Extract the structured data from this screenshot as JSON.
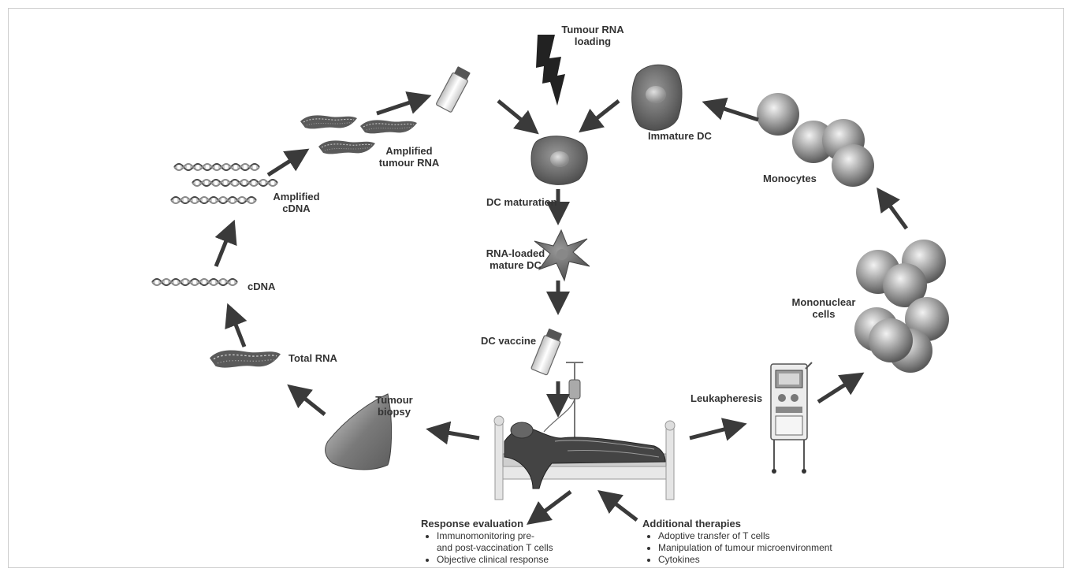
{
  "labels": {
    "tumour_rna_loading": [
      "Tumour RNA",
      "loading"
    ],
    "immature_dc": "Immature DC",
    "monocytes": "Monocytes",
    "mononuclear_cells": [
      "Mononuclear",
      "cells"
    ],
    "leukapheresis": "Leukapheresis",
    "dc_maturation": "DC maturation",
    "rna_loaded_mature_dc": [
      "RNA-loaded",
      "mature DC"
    ],
    "dc_vaccine": "DC vaccine",
    "tumour_biopsy": [
      "Tumour",
      "biopsy"
    ],
    "total_rna": "Total RNA",
    "cdna": "cDNA",
    "amplified_cdna": [
      "Amplified",
      "cDNA"
    ],
    "amplified_tumour_rna": [
      "Amplified",
      "tumour RNA"
    ]
  },
  "response_evaluation": {
    "title": "Response evaluation",
    "items": [
      "Immunomonitoring pre-",
      "and post-vaccination T cells",
      "Objective clinical response"
    ]
  },
  "additional_therapies": {
    "title": "Additional therapies",
    "items": [
      "Adoptive transfer of T cells",
      "Manipulation of tumour microenvironment",
      "Cytokines"
    ]
  },
  "colors": {
    "arrow": "#3a3a3a",
    "cell_dark": "#6f6f6f",
    "cell_light": "#cfcfcf",
    "frame": "#cccccc"
  }
}
